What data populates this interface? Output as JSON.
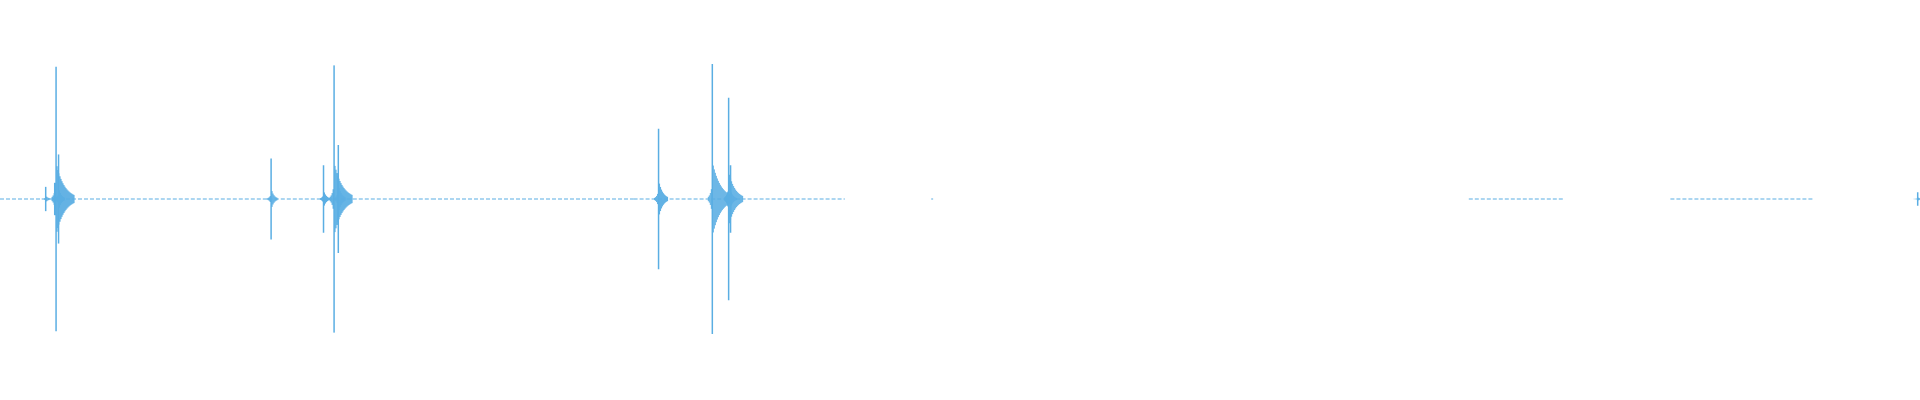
{
  "waveform": {
    "color": "#5aaee3",
    "background": "#ffffff",
    "amplitude_scale": 1.0,
    "peaks": [
      {
        "t": 0.0285,
        "amp": 0.12
      },
      {
        "t": 0.0238,
        "amp": 0.09
      },
      {
        "t": 0.0292,
        "amp": 0.98
      },
      {
        "t": 0.0305,
        "amp": 0.33
      },
      {
        "t": 0.1412,
        "amp": 0.3
      },
      {
        "t": 0.1685,
        "amp": 0.25
      },
      {
        "t": 0.174,
        "amp": 0.99
      },
      {
        "t": 0.1762,
        "amp": 0.4
      },
      {
        "t": 0.343,
        "amp": 0.52
      },
      {
        "t": 0.371,
        "amp": 1.0
      },
      {
        "t": 0.3795,
        "amp": 0.75
      },
      {
        "t": 0.3805,
        "amp": 0.25
      },
      {
        "t": 0.9988,
        "amp": 0.05
      }
    ],
    "silence_segments": [
      {
        "from": 0.0,
        "to": 0.065
      },
      {
        "from": 0.065,
        "to": 0.225
      },
      {
        "from": 0.225,
        "to": 0.33
      },
      {
        "from": 0.33,
        "to": 0.44
      },
      {
        "from": 0.485,
        "to": 0.486
      },
      {
        "from": 0.765,
        "to": 0.815
      },
      {
        "from": 0.87,
        "to": 0.945
      }
    ]
  }
}
